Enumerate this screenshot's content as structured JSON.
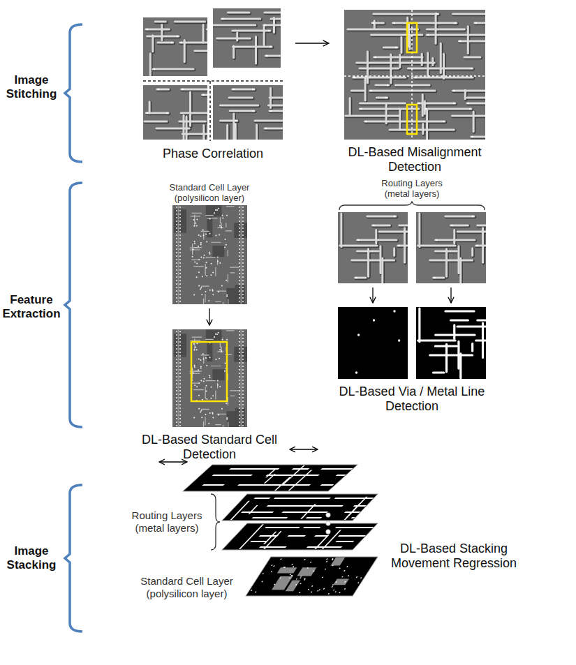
{
  "diagram": {
    "nodes": [
      {
        "text": [
          "Phase Correlation"
        ]
      },
      {
        "text": [
          "DL-Based Misalignment Detection"
        ]
      },
      {
        "text": [
          "Standard Cell Layer (polysilicon layer)"
        ]
      },
      {
        "text": [
          "DL-Based Standard Cell Detection"
        ]
      },
      {
        "text": [
          "Routing Layers (metal layers)"
        ]
      },
      {
        "text": [
          "DL-Based Via / Metal Line Detection"
        ]
      }
    ],
    "edges": [
      {
        "from": 0,
        "to": 1,
        "arrow": "to"
      },
      {
        "from": 2,
        "to": 3,
        "arrow": "to"
      },
      {
        "from": 4,
        "to": 5,
        "arrow": "to"
      },
      {
        "from": 4,
        "to": 5,
        "arrow": "to"
      }
    ],
    "labels": [
      "Image Stitching",
      "Feature Extraction",
      "Image Stacking",
      "Routing Layers (metal layers)",
      "Standard Cell Layer (polysilicon layer)",
      "DL-Based Stacking Movement Regression"
    ]
  }
}
